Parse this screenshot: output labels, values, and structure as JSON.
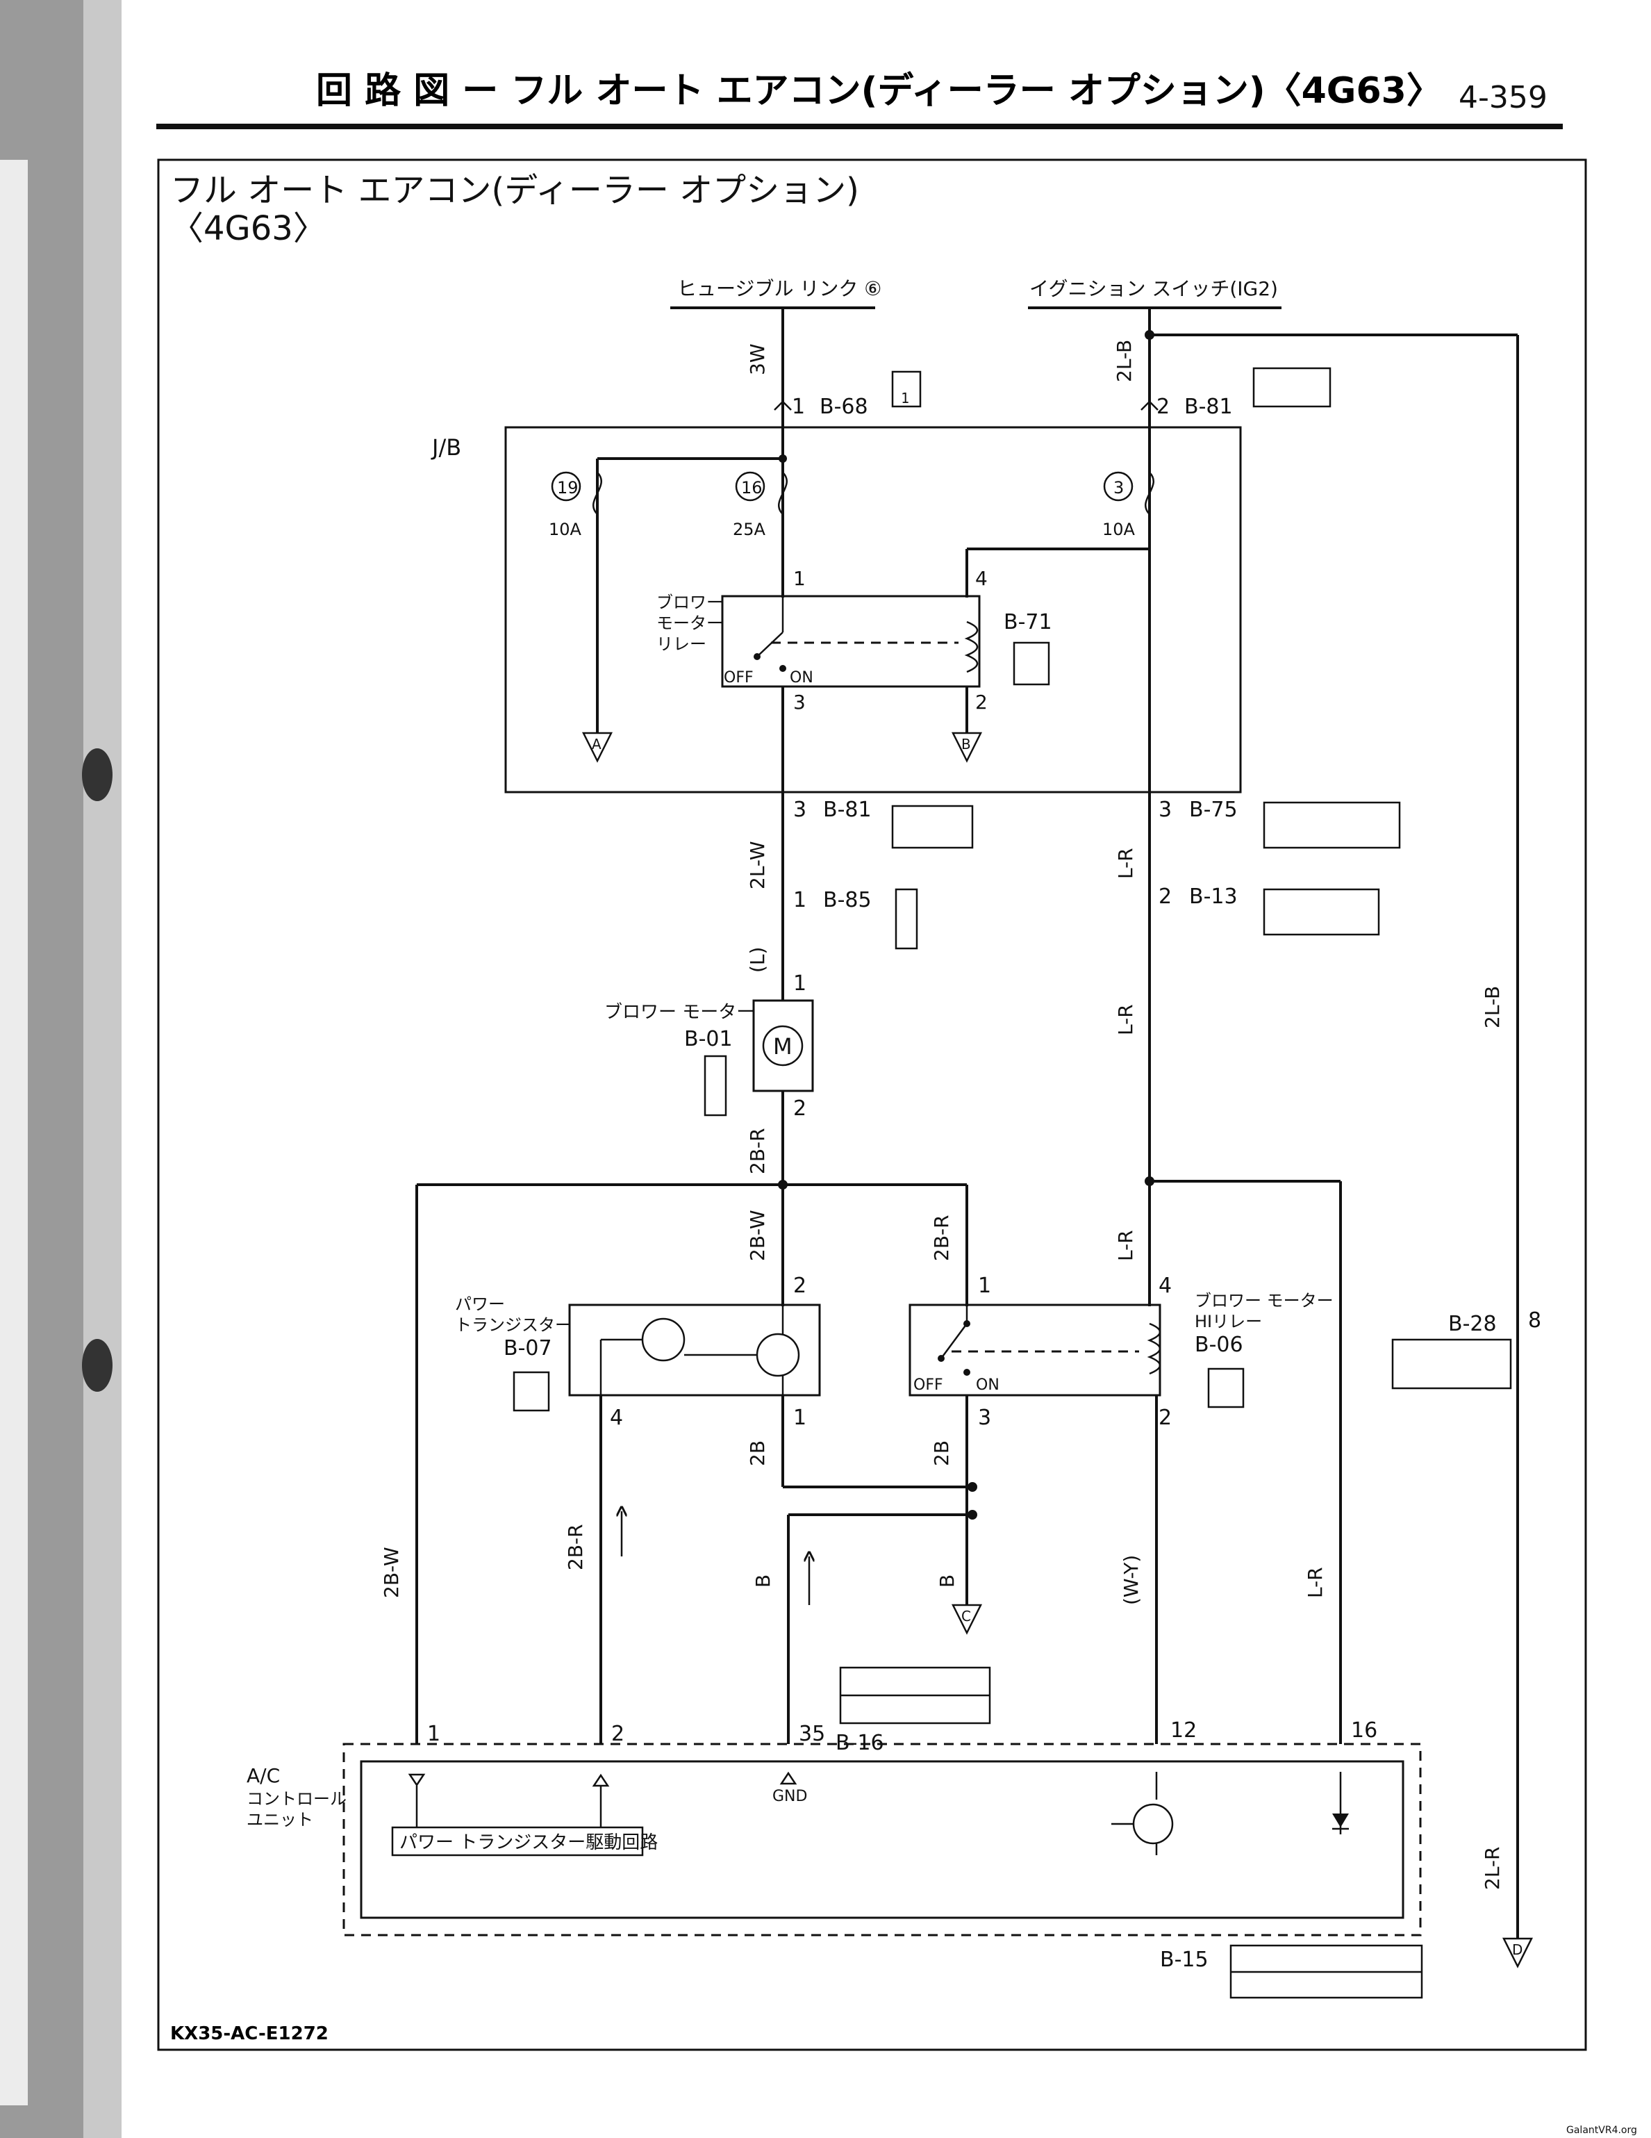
{
  "header": {
    "title": "回 路 図 ー フル オート エアコン(ディーラー オプション)〈4G63〉",
    "page_number": "4-359"
  },
  "diagram": {
    "title_line1": "フル オート エアコン(ディーラー オプション)",
    "title_line2": "〈4G63〉",
    "sources": {
      "fusible_link": "ヒュージブル リンク ⑥",
      "ignition_switch": "イグニション スイッチ(IG2)"
    },
    "jb_label": "J/B",
    "fuses": [
      {
        "number": "19",
        "rating": "10A"
      },
      {
        "number": "16",
        "rating": "25A"
      },
      {
        "number": "3",
        "rating": "10A"
      }
    ],
    "connectors": {
      "b68": "B-68",
      "b81": "B-81",
      "b71": "B-71",
      "b75": "B-75",
      "b85": "B-85",
      "b13": "B-13",
      "b01": "B-01",
      "b07": "B-07",
      "b06": "B-06",
      "b28": "B-28",
      "b16": "B-16",
      "b15": "B-15"
    },
    "wires": {
      "w3W": "3W",
      "w2LB": "2L-B",
      "w2LW": "2L-W",
      "wL": "(L)",
      "w2BR": "2B-R",
      "w2BW": "2B-W",
      "w2B": "2B",
      "wB": "B",
      "wLR": "L-R",
      "wWY": "(W-Y)",
      "w2LR": "2L-R"
    },
    "pins": {
      "p1": "1",
      "p2": "2",
      "p3": "3",
      "p4": "4",
      "p8": "8",
      "p12": "12",
      "p16": "16",
      "p35": "35"
    },
    "relay_blower": "ブロワー\nモーター\nリレー",
    "relay_blower_l1": "ブロワー",
    "relay_blower_l2": "モーター",
    "relay_blower_l3": "リレー",
    "relay_hi_l1": "ブロワー モーター",
    "relay_hi_l2": "HIリレー",
    "blower_motor": "ブロワー モーター",
    "power_transistor_l1": "パワー",
    "power_transistor_l2": "トランジスター",
    "off": "OFF",
    "on": "ON",
    "ground_refs": {
      "a": "A",
      "b": "B",
      "c": "C",
      "d": "D"
    },
    "acu_l1": "A/C",
    "acu_l2": "コントロール",
    "acu_l3": "ユニット",
    "drive_circuit": "パワー トランジスター駆動回路",
    "gnd": "GND",
    "motor_symbol": "M",
    "diagram_code": "KX35-AC-E1272",
    "watermark": "GalantVR4.org"
  }
}
